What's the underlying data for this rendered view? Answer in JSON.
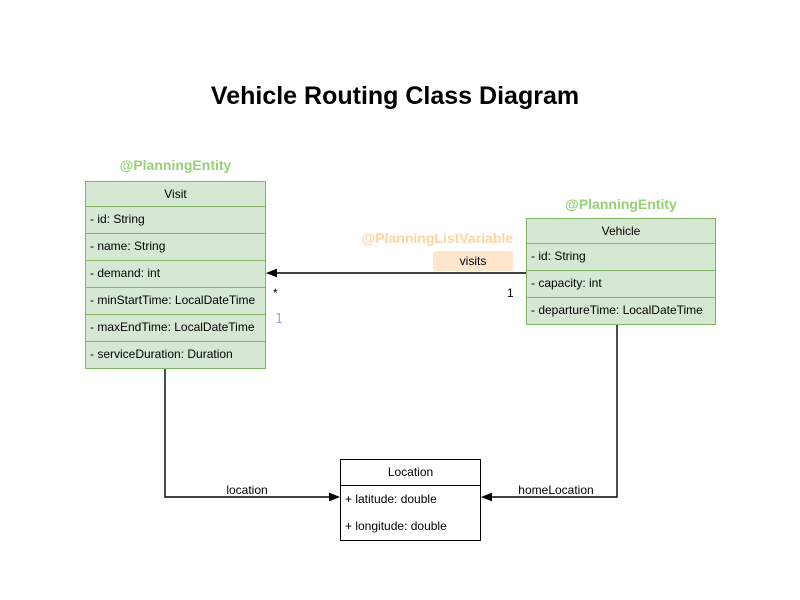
{
  "title": "Vehicle Routing Class Diagram",
  "classes": {
    "visit": {
      "annotation": "@PlanningEntity",
      "name": "Visit",
      "attributes": [
        "- id: String",
        "- name: String",
        "- demand: int",
        "- minStartTime: LocalDateTime",
        "- maxEndTime: LocalDateTime",
        "- serviceDuration: Duration"
      ]
    },
    "vehicle": {
      "annotation": "@PlanningEntity",
      "name": "Vehicle",
      "attributes": [
        "- id: String",
        "- capacity: int",
        "- departureTime: LocalDateTime"
      ]
    },
    "location": {
      "name": "Location",
      "attributes": [
        "+ latitude: double",
        "+ longitude: double"
      ]
    }
  },
  "edges": {
    "visits": {
      "annotation": "@PlanningListVariable",
      "label": "visits",
      "target_multiplicity": "*",
      "source_multiplicity": "1",
      "list_index_label": "1"
    },
    "location": {
      "label": "location"
    },
    "home_location": {
      "label": "homeLocation"
    }
  },
  "colors": {
    "class_fill": "#d5e8d4",
    "class_stroke": "#82b366",
    "plain_class_fill": "#ffffff",
    "plain_class_stroke": "#000000",
    "entity_annotation_text": "#97d077",
    "list_variable_annotation_text": "#ffd2a3",
    "visits_badge_fill": "#ffe6cc",
    "list_index_text": "#b39ddb",
    "edge_stroke": "#000000",
    "background": "#ffffff"
  }
}
